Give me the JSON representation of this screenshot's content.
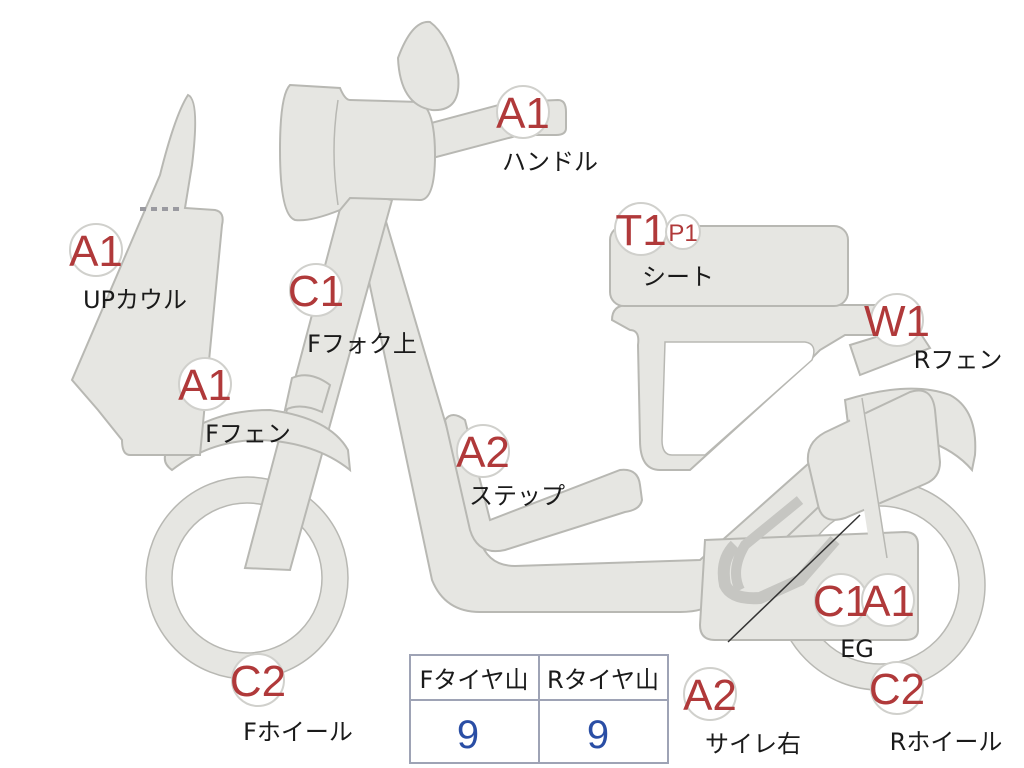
{
  "title": "",
  "marks": {
    "up_cowl": {
      "grade": "A1",
      "part": "UPカウル"
    },
    "f_fork_upper": {
      "grade": "C1",
      "part": "Fフォク上"
    },
    "f_fender": {
      "grade": "A1",
      "part": "Fフェン"
    },
    "f_wheel": {
      "grade": "C2",
      "part": "Fホイール"
    },
    "handle": {
      "grade": "A1",
      "part": "ハンドル"
    },
    "seat": {
      "grade": "T1",
      "grade2": "P1",
      "part": "シート"
    },
    "step": {
      "grade": "A2",
      "part": "ステップ"
    },
    "r_fender": {
      "grade": "W1",
      "part": "Rフェン"
    },
    "engine": {
      "grade": "C1",
      "grade2": "A1",
      "part": "EG"
    },
    "r_wheel": {
      "grade": "C2",
      "part": "Rホイール"
    },
    "silencer_right": {
      "grade": "A2",
      "part": "サイレ右"
    }
  },
  "tire_table": {
    "headers": [
      "Fタイヤ山",
      "Rタイヤ山"
    ],
    "values": [
      "9",
      "9"
    ]
  },
  "colors": {
    "grade_text": "#b0393a",
    "tire_value": "#2a4ea5",
    "body_fill": "#e6e6e2"
  }
}
